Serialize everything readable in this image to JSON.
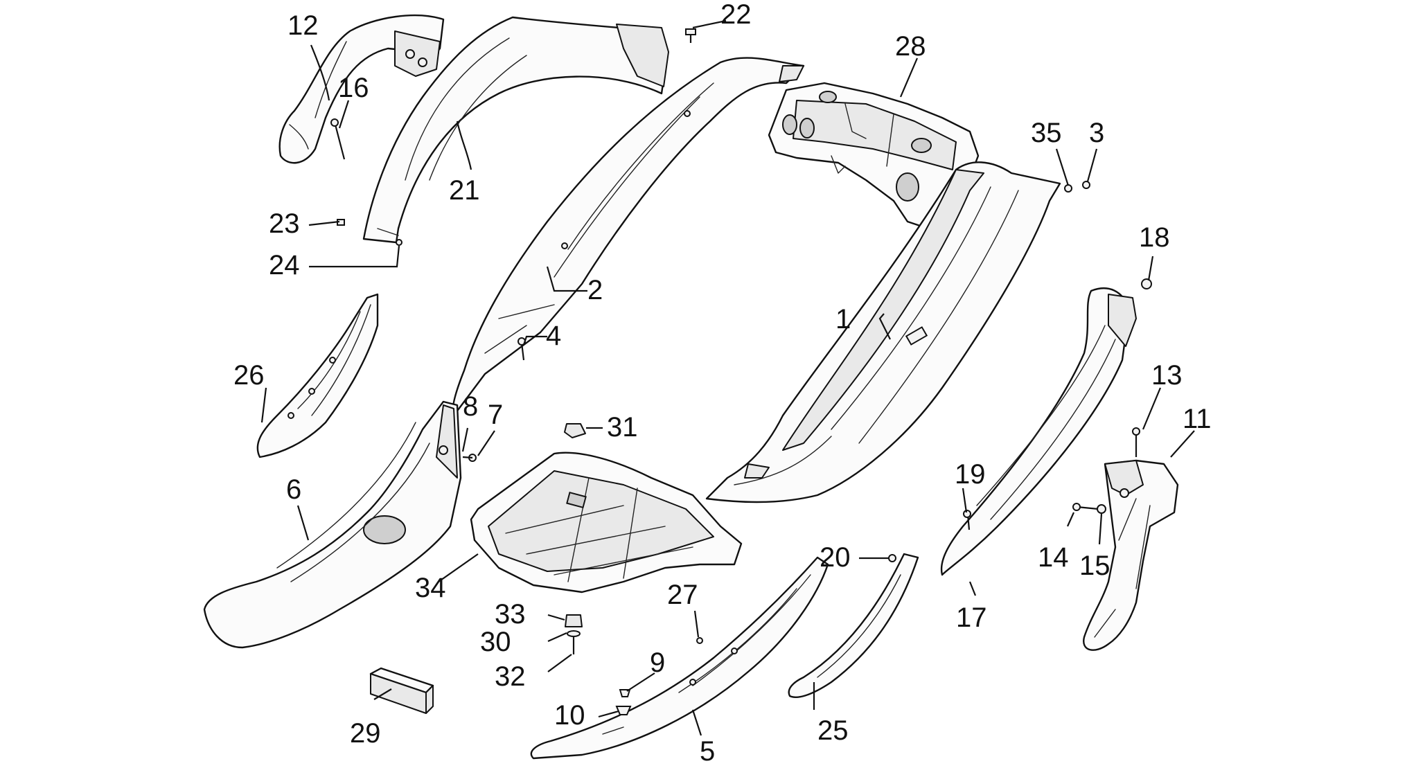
{
  "labels": {
    "p1": "1",
    "p2": "2",
    "p3": "3",
    "p4": "4",
    "p5": "5",
    "p6": "6",
    "p7": "7",
    "p8": "8",
    "p9": "9",
    "p10": "10",
    "p11": "11",
    "p12": "12",
    "p13": "13",
    "p14": "14",
    "p15": "15",
    "p16": "16",
    "p17": "17",
    "p18": "18",
    "p19": "19",
    "p20": "20",
    "p21": "21",
    "p22": "22",
    "p23": "23",
    "p24": "24",
    "p25": "25",
    "p26": "26",
    "p27": "27",
    "p28": "28",
    "p29": "29",
    "p30": "30",
    "p31": "31",
    "p32": "32",
    "p33": "33",
    "p34": "34",
    "p35": "35"
  }
}
